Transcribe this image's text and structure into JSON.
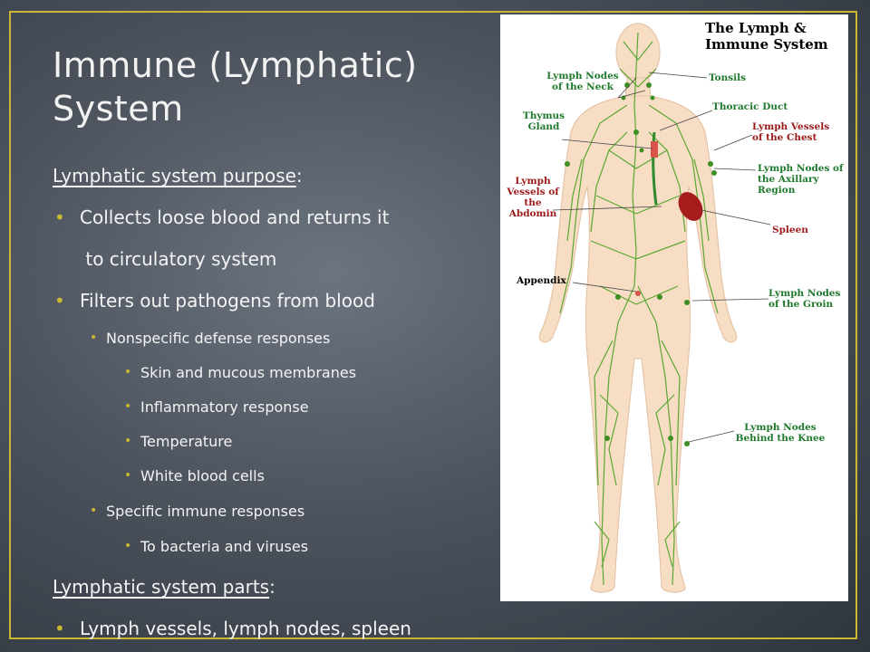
{
  "slide": {
    "title": "Immune (Lymphatic) System",
    "bullets": [
      {
        "level": 0,
        "text": "Lymphatic system purpose",
        "suffix": ":",
        "underline": true
      },
      {
        "level": 1,
        "text": "Collects loose blood and returns it"
      },
      {
        "level": 1,
        "text": " to circulatory system",
        "continuation": true
      },
      {
        "level": 1,
        "text": "Filters out pathogens from blood"
      },
      {
        "level": 2,
        "text": "Nonspecific defense responses"
      },
      {
        "level": 3,
        "text": "Skin and mucous membranes"
      },
      {
        "level": 3,
        "text": "Inflammatory response"
      },
      {
        "level": 3,
        "text": "Temperature"
      },
      {
        "level": 3,
        "text": "White blood cells"
      },
      {
        "level": 2,
        "text": "Specific immune responses"
      },
      {
        "level": 3,
        "text": "To bacteria and viruses"
      },
      {
        "level": 0,
        "text": "Lymphatic system parts",
        "suffix": ":",
        "underline": true
      },
      {
        "level": 1,
        "text": "Lymph vessels, lymph nodes, spleen"
      }
    ]
  },
  "diagram": {
    "title": "The Lymph & Immune System",
    "labels": {
      "lymph_nodes_neck": "Lymph Nodes of the Neck",
      "tonsils": "Tonsils",
      "thoracic_duct": "Thoracic Duct",
      "thymus_gland": "Thymus Gland",
      "lymph_vessels_chest": "Lymph Vessels of the Chest",
      "lymph_nodes_axillary": "Lymph Nodes of the Axillary Region",
      "lymph_vessels_abdomin": "Lymph Vessels of the Abdomin",
      "spleen": "Spleen",
      "appendix": "Appendix",
      "lymph_nodes_groin": "Lymph Nodes of the Groin",
      "lymph_nodes_knee": "Lymph Nodes Behind the Knee"
    }
  },
  "colors": {
    "accent": "#c9b832",
    "body_skin": "#f6ddc4",
    "lymph_green": "#5aa832",
    "spleen": "#a51c1c",
    "label_green": "#1f7a2d",
    "label_red": "#9c1a1a"
  }
}
